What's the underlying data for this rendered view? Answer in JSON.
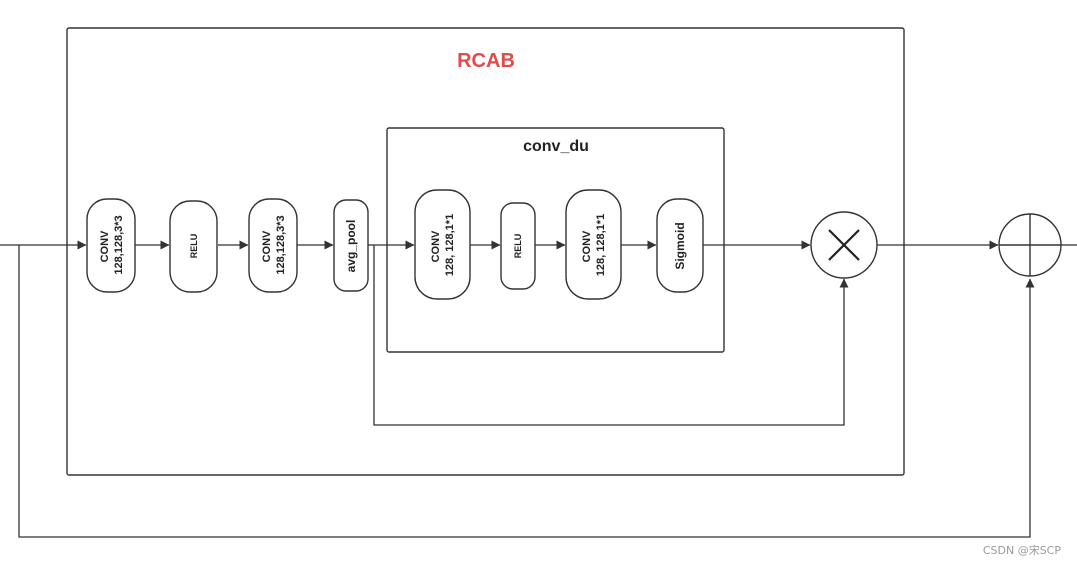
{
  "diagram": {
    "outer_title": "RCAB",
    "inner_title": "conv_du",
    "blocks": {
      "conv1": {
        "line1": "CONV",
        "line2": "128,128,3*3"
      },
      "relu1": {
        "line1": "RELU"
      },
      "conv2": {
        "line1": "CONV",
        "line2": "128,128,3*3"
      },
      "avg_pool": {
        "line1": "avg_pool"
      },
      "conv3": {
        "line1": "CONV",
        "line2": "128,  128,1*1"
      },
      "relu2": {
        "line1": "RELU"
      },
      "conv4": {
        "line1": "CONV",
        "line2": "128,  128,1*1"
      },
      "sigmoid": {
        "line1": "Sigmoid"
      }
    },
    "operators": {
      "multiply": "multiply-icon",
      "add": "add-icon"
    }
  },
  "watermark": "CSDN @宋SCP",
  "colors": {
    "title_accent": "#e04b4b",
    "stroke": "#333333"
  }
}
